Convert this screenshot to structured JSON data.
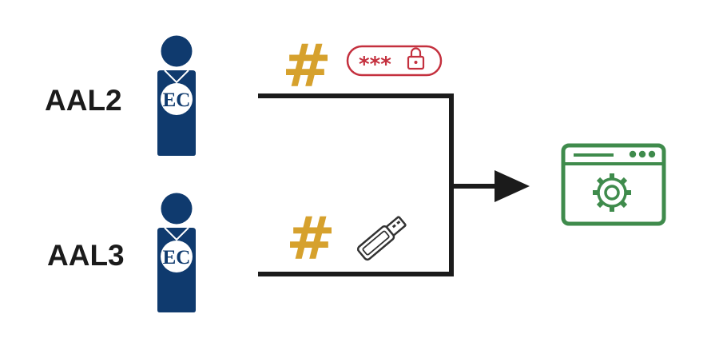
{
  "colors": {
    "user_figure": "#0f3a6e",
    "badge_background": "#ffffff",
    "hash_symbol": "#d6a12d",
    "password_pill": "#c4303e",
    "usb_key": "#333333",
    "connector_lines": "#1b1b1b",
    "application_window": "#3f8b4c",
    "text": "#1b1b1b"
  },
  "users": [
    {
      "level": "AAL2",
      "badge": "EC",
      "icon": "person-icon",
      "factors": [
        {
          "icon": "hash-icon",
          "symbol": "#"
        },
        {
          "icon": "password-lock-icon",
          "text": "***"
        }
      ]
    },
    {
      "level": "AAL3",
      "badge": "EC",
      "icon": "person-icon",
      "factors": [
        {
          "icon": "hash-icon",
          "symbol": "#"
        },
        {
          "icon": "usb-key-icon"
        }
      ]
    }
  ],
  "target": {
    "icon": "app-window-gear-icon"
  }
}
